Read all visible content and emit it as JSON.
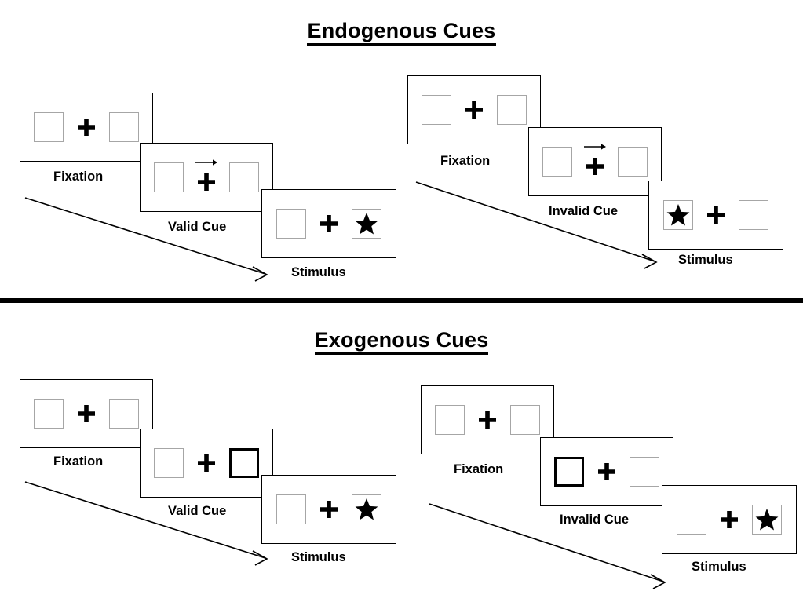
{
  "figure": {
    "sections": [
      {
        "id": "endogenous",
        "title": "Endogenous Cues",
        "sequences": [
          {
            "id": "endogenous-valid",
            "frames": [
              {
                "label": "Fixation",
                "cue": "none",
                "target": "none",
                "cue_side": "none"
              },
              {
                "label": "Valid Cue",
                "cue": "arrow-right",
                "target": "none",
                "cue_side": "right"
              },
              {
                "label": "Stimulus",
                "cue": "none",
                "target": "star",
                "target_side": "right"
              }
            ]
          },
          {
            "id": "endogenous-invalid",
            "frames": [
              {
                "label": "Fixation",
                "cue": "none",
                "target": "none",
                "cue_side": "none"
              },
              {
                "label": "Invalid Cue",
                "cue": "arrow-right",
                "target": "none",
                "cue_side": "right"
              },
              {
                "label": "Stimulus",
                "cue": "none",
                "target": "star",
                "target_side": "left"
              }
            ]
          }
        ]
      },
      {
        "id": "exogenous",
        "title": "Exogenous Cues",
        "sequences": [
          {
            "id": "exogenous-valid",
            "frames": [
              {
                "label": "Fixation",
                "cue": "none",
                "target": "none",
                "cue_side": "none"
              },
              {
                "label": "Valid Cue",
                "cue": "box-flash",
                "target": "none",
                "cue_side": "right"
              },
              {
                "label": "Stimulus",
                "cue": "none",
                "target": "star",
                "target_side": "right"
              }
            ]
          },
          {
            "id": "exogenous-invalid",
            "frames": [
              {
                "label": "Fixation",
                "cue": "none",
                "target": "none",
                "cue_side": "none"
              },
              {
                "label": "Invalid Cue",
                "cue": "box-flash",
                "target": "none",
                "cue_side": "left"
              },
              {
                "label": "Stimulus",
                "cue": "none",
                "target": "star",
                "target_side": "right"
              }
            ]
          }
        ]
      }
    ],
    "icons": {
      "fixation_cross": "plus-icon",
      "cue_arrow": "arrow-right-icon",
      "target": "star-icon",
      "flow": "time-flow-arrow-icon"
    },
    "colors": {
      "ink": "#000000",
      "box_outline": "#a6a6a6",
      "cued_box_outline": "#000000",
      "background": "#ffffff"
    }
  }
}
